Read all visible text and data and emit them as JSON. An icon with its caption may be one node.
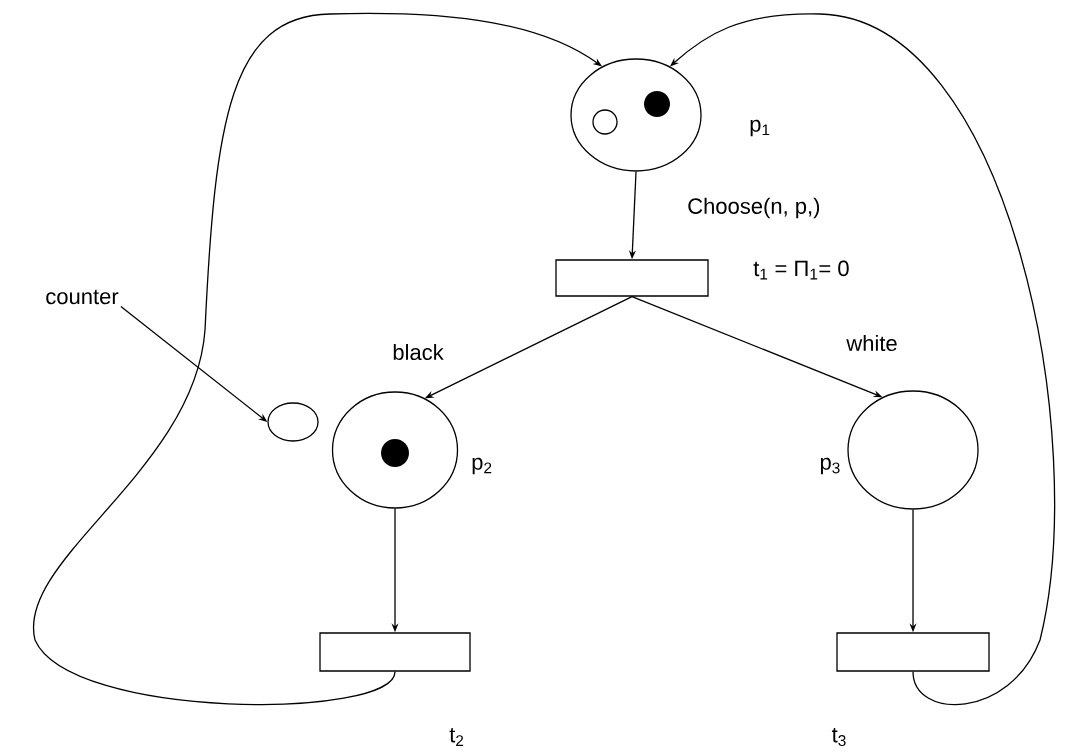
{
  "diagram": {
    "nodes": [
      {
        "text": [],
        "shape": "circle",
        "beside": [
          "p$_{1}$"
        ]
      },
      {
        "text": [],
        "shape": "box",
        "beside": [
          "Choose(n, p,)",
          "t$_{1}$ = Π$_{1}$= 0"
        ]
      },
      {
        "text": [],
        "shape": "circle",
        "beside": [
          "p$_{2}$"
        ]
      },
      {
        "text": [],
        "shape": "circle",
        "beside": [
          "p$_{3}$"
        ]
      },
      {
        "text": [],
        "shape": "box",
        "beside": [
          "t$_{2}$"
        ]
      },
      {
        "text": [],
        "shape": "box",
        "beside": [
          "t$_{3}$"
        ]
      },
      {
        "text": [
          "counter"
        ]
      },
      {
        "text": [],
        "shape": "circle"
      }
    ],
    "edges": [
      {
        "from": 0,
        "to": 1,
        "arrow": "to"
      },
      {
        "from": 1,
        "to": 2,
        "arrow": "to",
        "label": "black"
      },
      {
        "from": 1,
        "to": 3,
        "arrow": "to",
        "label": "white"
      },
      {
        "from": 2,
        "to": 4,
        "arrow": "to"
      },
      {
        "from": 3,
        "to": 5,
        "arrow": "to"
      },
      {
        "from": 4,
        "to": 0,
        "arrow": "to"
      },
      {
        "from": 5,
        "to": 0,
        "arrow": "to"
      },
      {
        "from": 6,
        "to": 7,
        "arrow": "to"
      }
    ]
  }
}
